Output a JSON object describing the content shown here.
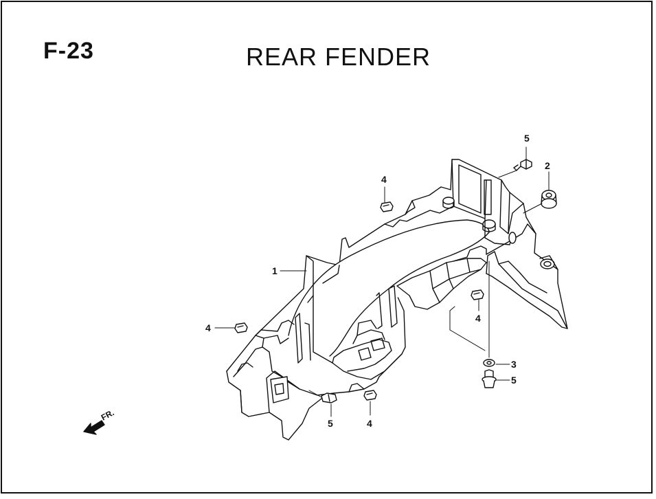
{
  "figure": {
    "code": "F-23",
    "title": "REAR FENDER"
  },
  "callouts": {
    "c5_top": "5",
    "c2": "2",
    "c4_top": "4",
    "c1": "1",
    "c4_mid": "4",
    "c4_left": "4",
    "c3": "3",
    "c5_right": "5",
    "c5_bottom": "5",
    "c4_bottom": "4"
  },
  "direction": {
    "label": "FR."
  },
  "colors": {
    "line": "#111111",
    "fill": "#ffffff"
  }
}
